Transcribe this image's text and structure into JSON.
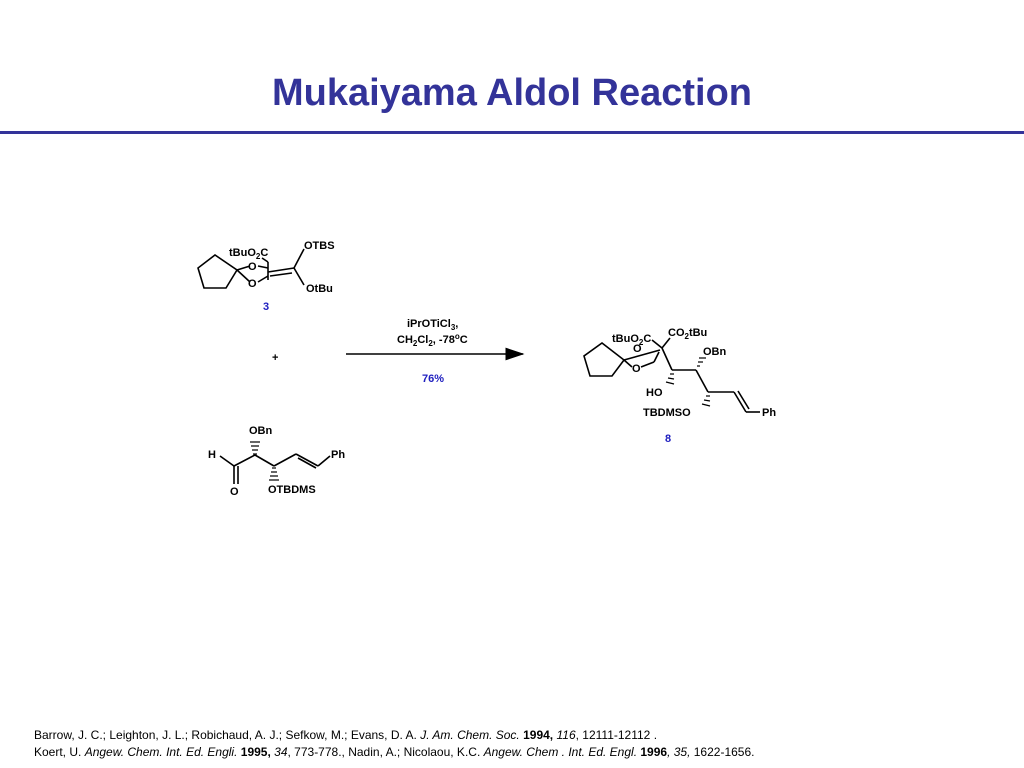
{
  "slide": {
    "title": "Mukaiyama Aldol Reaction",
    "accent_color": "#333399",
    "highlight_color": "#2020c0"
  },
  "scheme": {
    "reactant1": {
      "label_tbuo2c": "tBuO",
      "label_tbuo2c_sub": "2",
      "label_tbuo2c_end": "C",
      "label_otbs": "OTBS",
      "label_otbu": "OtBu",
      "label_o_top": "O",
      "label_o_bottom": "O",
      "compound_number": "3"
    },
    "plus": "+",
    "reactant2": {
      "label_obn": "OBn",
      "label_h": "H",
      "label_o": "O",
      "label_ph": "Ph",
      "label_otbdms": "OTBDMS"
    },
    "conditions": {
      "line1_main": "iPrOTiCl",
      "line1_sub": "3",
      "line1_end": ",",
      "line2_a": "CH",
      "line2_sub1": "2",
      "line2_b": "Cl",
      "line2_sub2": "2",
      "line2_c": ", -78",
      "line2_sup": "o",
      "line2_d": "C",
      "yield": "76%"
    },
    "product": {
      "label_tbuo2c": "tBuO",
      "label_tbuo2c_sub": "2",
      "label_tbuo2c_end": "C",
      "label_co2tbu": "CO",
      "label_co2tbu_sub": "2",
      "label_co2tbu_end": "tBu",
      "label_obn": "OBn",
      "label_ho": "HO",
      "label_tbdmso": "TBDMSO",
      "label_ph": "Ph",
      "label_o_top": "O",
      "label_o_bottom": "O",
      "compound_number": "8"
    }
  },
  "references": {
    "ref1": {
      "authors": "Barrow, J. C.; Leighton, J. L.; Robichaud, A. J.; Sefkow, M.; Evans, D. A. ",
      "journal": "J. Am. Chem. Soc.",
      "year": " 1994,",
      "volume": " 116",
      "pages": ", 12111-12112 ."
    },
    "ref2": {
      "authors_a": "Koert, U. ",
      "journal_a": "Angew. Chem. Int. Ed. Engli.",
      "year_a": " 1995,",
      "volume_a": " 34",
      "pages_a": ", 773-778., Nadin, A.; Nicolaou, K.C. ",
      "journal_b": "Angew. Chem . Int. Ed. Engl.",
      "year_b": " 1996",
      "volume_b": ", 35,",
      "pages_b": " 1622-1656."
    }
  }
}
